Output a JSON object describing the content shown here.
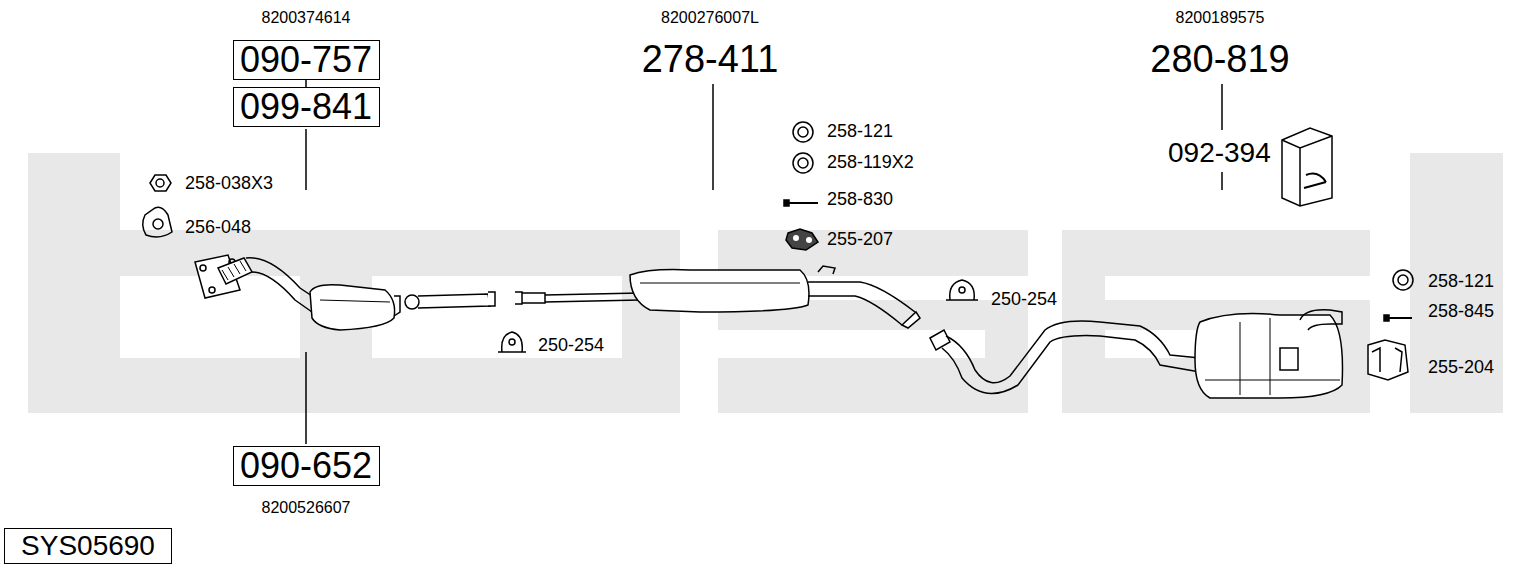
{
  "diagram": {
    "caption": "SYS05690",
    "nodes": [
      {
        "text": [
          "090-757"
        ]
      },
      {
        "text": [
          "099-841"
        ]
      },
      {
        "text": [
          "090-652"
        ]
      },
      {
        "text": [
          "SYS05690"
        ]
      }
    ],
    "edges": [
      {
        "from": 0,
        "to": 1,
        "arrow": "none"
      }
    ],
    "labels": [
      "8200374614",
      "8200276007L",
      "278-411",
      "8200189575",
      "280-819",
      "258-121",
      "258-119X2",
      "258-038X3",
      "092-394",
      "258-830",
      "256-048",
      "255-207",
      "250-254",
      "250-254",
      "258-121",
      "258-845",
      "255-204",
      "8200526607"
    ]
  }
}
